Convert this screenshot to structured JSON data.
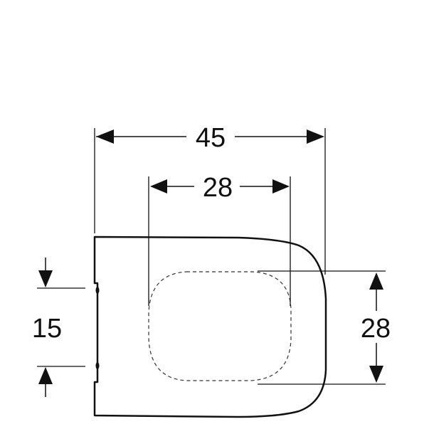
{
  "drawing": {
    "subject": "toilet seat top view",
    "units": "cm",
    "stroke_color": "#111111",
    "background": "#ffffff"
  },
  "dimensions": {
    "overall_width": {
      "label": "45",
      "orientation": "horizontal"
    },
    "opening_width": {
      "label": "28",
      "orientation": "horizontal"
    },
    "opening_depth": {
      "label": "28",
      "orientation": "vertical"
    },
    "hinge_spacing": {
      "label": "15",
      "orientation": "vertical"
    }
  }
}
